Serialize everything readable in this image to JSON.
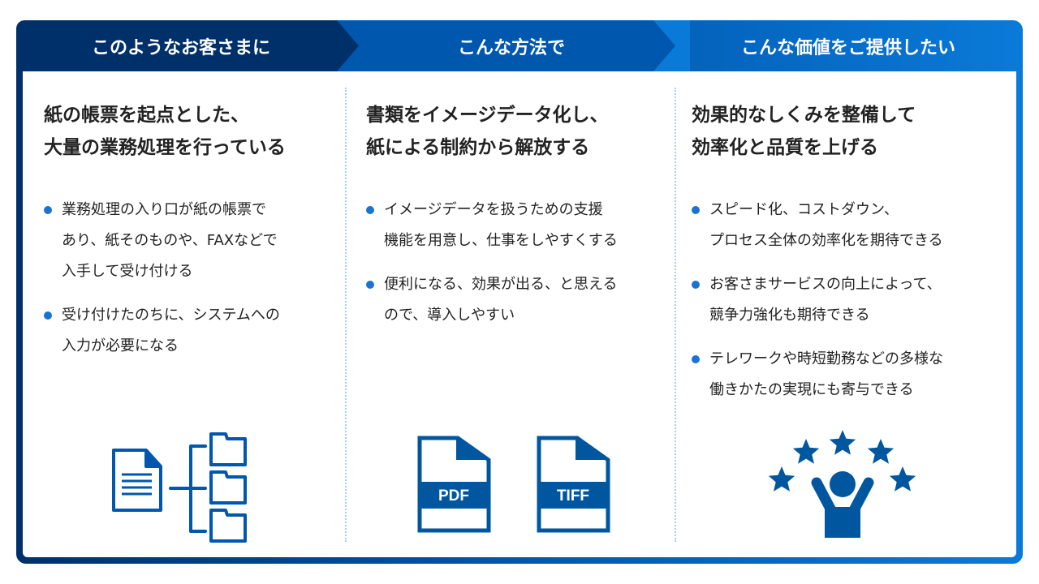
{
  "header": [
    "このようなお客さまに",
    "こんな方法で",
    "こんな価値をご提供したい"
  ],
  "columns": [
    {
      "title": [
        "紙の帳票を起点とした、",
        "大量の業務処理を行っている"
      ],
      "bullets": [
        [
          "業務処理の入り口が紙の帳票で",
          "あり、紙そのものや、FAXなどで",
          "入手して受け付ける"
        ],
        [
          "受け付けたのちに、システムへの",
          "入力が必要になる"
        ]
      ]
    },
    {
      "title": [
        "書類をイメージデータ化し、",
        "紙による制約から解放する"
      ],
      "bullets": [
        [
          "イメージデータを扱うための支援",
          "機能を用意し、仕事をしやすくする"
        ],
        [
          "便利になる、効果が出る、と思える",
          "ので、導入しやすい"
        ]
      ]
    },
    {
      "title": [
        "効果的なしくみを整備して",
        "効率化と品質を上げる"
      ],
      "bullets": [
        [
          "スピード化、コストダウン、",
          "プロセス全体の効率化を期待できる"
        ],
        [
          "お客さまサービスの向上によって、",
          "競争力強化も期待できる"
        ],
        [
          "テレワークや時短勤務などの多様な",
          "働きかたの実現にも寄与できる"
        ]
      ]
    }
  ],
  "icons": {
    "pdf": "PDF",
    "tiff": "TIFF"
  },
  "colors": {
    "dark": "#00306a",
    "mid": "#0057ae",
    "light": "#0a7ad8",
    "icon": "#0057a0"
  }
}
